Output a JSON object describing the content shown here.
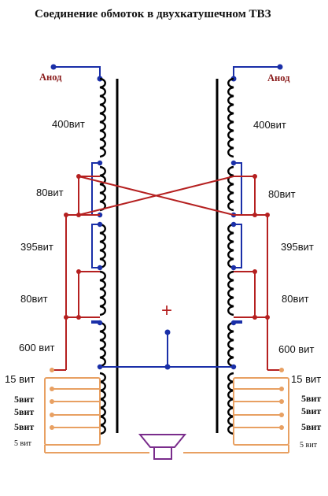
{
  "title": "Соединение обмоток в двухкатушечном ТВЗ",
  "anode_left": "Анод",
  "anode_right": "Анод",
  "polarity": "+",
  "left_labels": {
    "w400": "400вит",
    "w80a": "80вит",
    "w395": "395вит",
    "w80b": "80вит",
    "w600": "600 вит",
    "w15": "15 вит",
    "w5a": "5вит",
    "w5b": "5вит",
    "w5c": "5вит",
    "w5d": "5 вит"
  },
  "right_labels": {
    "w400": "400вит",
    "w80a": "80вит",
    "w395": "395вит",
    "w80b": "80вит",
    "w600": "600 вит",
    "w15": "15 вит",
    "w5a": "5вит",
    "w5b": "5вит",
    "w5c": "5вит",
    "w5d": "5 вит"
  },
  "colors": {
    "coil": "#000000",
    "core": "#000000",
    "wire_blue": "#1a2fa8",
    "wire_red": "#b52020",
    "wire_orange": "#e8a062",
    "speaker": "#7a2d8c"
  }
}
